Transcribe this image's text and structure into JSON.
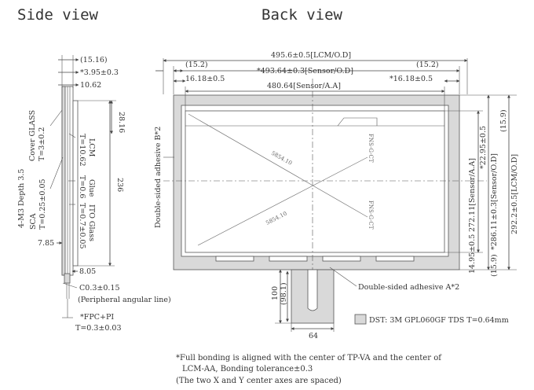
{
  "titles": {
    "side": "Side view",
    "back": "Back view"
  },
  "back_dims": {
    "lcm_od_w": "495.6±0.5[LCM/O.D]",
    "left_152": "(15.2)",
    "right_152": "(15.2)",
    "sensor_od_w": "*493.64±0.3[Sensor/O.D]",
    "left_1618": "16.18±0.5",
    "right_1618": "*16.18±0.5",
    "sensor_aa_w": "480.64[Sensor/A.A]",
    "r_15_9_top": "(15.9)",
    "r_2295": "*22.95±0.5",
    "r_sensor_aa_h": "272.11[Sensor/A.A]",
    "r_sensor_od_h": "*286.11±0.3[Sensor/O.D]",
    "r_lcm_od_h": "292.2±0.5[LCM/O.D]",
    "r_1495": "14.95±0.5",
    "r_15_9_bot": "(15.9)",
    "fpc_100": "100",
    "fpc_981": "(98.1)",
    "fpc_64": "64",
    "diag_1": "5854.10",
    "diag_2": "5854.10",
    "mark_1": "FNS-G-CT",
    "mark_2": "FNS-G-CT"
  },
  "adhesives": {
    "b": "Double-sided adhesive B*2",
    "a": "Double-sided adhesive A*2"
  },
  "legend": {
    "dst": "DST: 3M GPL060GF TDS T=0.64mm"
  },
  "side_dims": {
    "d1516": "(15.16)",
    "d395": "*3.95±0.3",
    "d1062": "10.62",
    "d2816": "28.16",
    "d236": "236",
    "d785": "7.85",
    "d805": "8.05",
    "c03": "C0.3±0.15",
    "peripheral": "(Peripheral angular line)",
    "fpc_pi": "*FPC+PI",
    "fpc_t": "T=0.3±0.03",
    "m3_depth": "4-M3  Depth  3.5",
    "cover_glass": "Cover GLASS",
    "cover_t": "T=3±0.2",
    "lcm": "LCM",
    "lcm_t": "T=10.62",
    "glue": "Glue",
    "glue_t": "T=0.6",
    "sca": "SCA",
    "sca_t": "T=0.25±0.05",
    "ito": "ITO Glass",
    "ito_t": "T=0.7±0.05"
  },
  "notes": {
    "line1": "*Full bonding is aligned with the center of TP-VA and the center of",
    "line2": "LCM-AA, Bonding tolerance±0.3",
    "line3": "(The two X and Y center axes are spaced)"
  }
}
